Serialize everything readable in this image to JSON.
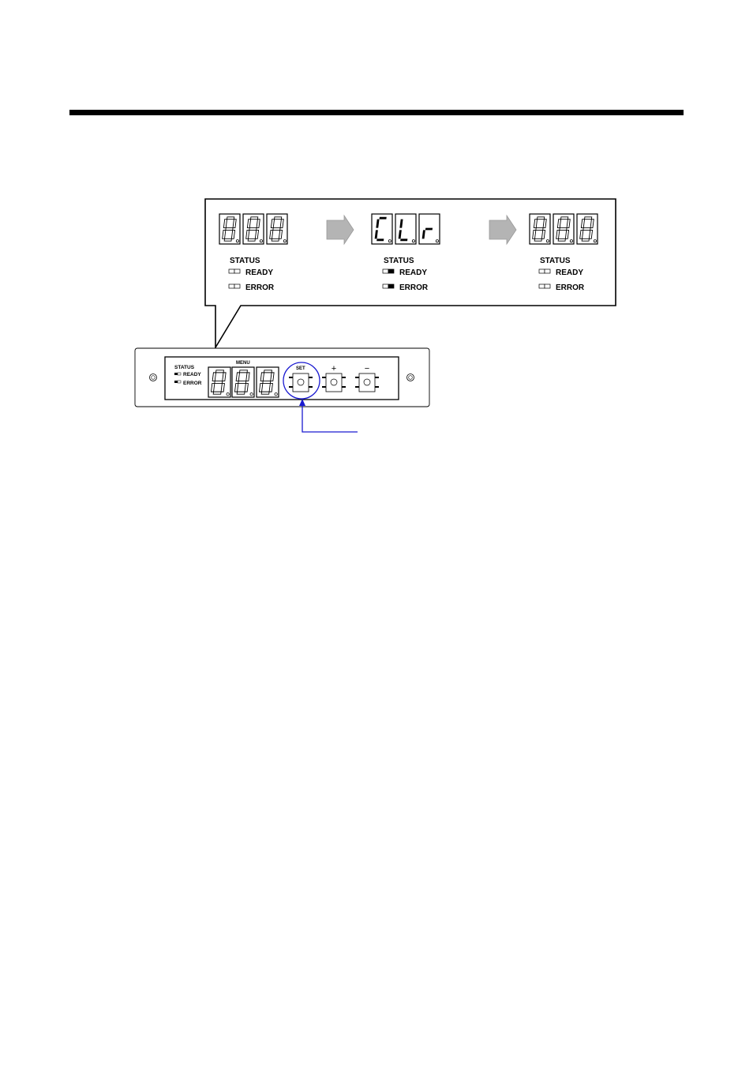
{
  "colors": {
    "ink": "#000000",
    "highlight": "#1a1ad0",
    "arrow_fill": "#b4b4b4",
    "led_off": "#ffffff",
    "led_on": "#000000"
  },
  "callout": {
    "states": [
      {
        "display": [
          "8",
          "8",
          "8"
        ],
        "display_style": "outline",
        "status_title": "STATUS",
        "ready_label": "READY",
        "error_label": "ERROR",
        "ready_led": "off",
        "error_led": "off"
      },
      {
        "display": [
          "C",
          "L",
          "r"
        ],
        "display_style": "lit",
        "status_title": "STATUS",
        "ready_label": "READY",
        "error_label": "ERROR",
        "ready_led": "on",
        "error_led": "on"
      },
      {
        "display": [
          "8",
          "8",
          "8"
        ],
        "display_style": "outline",
        "status_title": "STATUS",
        "ready_label": "READY",
        "error_label": "ERROR",
        "ready_led": "off",
        "error_led": "off"
      }
    ],
    "transition_icon": "right-arrow-icon"
  },
  "panel": {
    "status_title": "STATUS",
    "ready_label": "READY",
    "error_label": "ERROR",
    "menu_label": "MENU",
    "set_label": "SET",
    "plus_label": "+",
    "minus_label": "−",
    "highlighted_button": "SET"
  }
}
